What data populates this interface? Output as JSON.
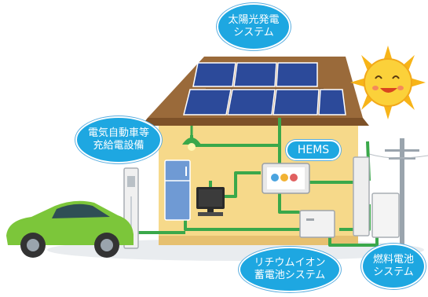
{
  "labels": {
    "solar": [
      "太陽光発電",
      "システム"
    ],
    "ev": [
      "電気自動車等",
      "充給電設備"
    ],
    "hems": "HEMS",
    "battery": [
      "リチウムイオン",
      "蓄電池システム"
    ],
    "fuelcell": [
      "燃料電池",
      "システム"
    ]
  },
  "colors": {
    "bubble": "#1ea7e1",
    "wire": "#3aa84a",
    "wall": "#f6d98a",
    "roof": "#9a6a3a",
    "solar_panel": "#2c4a9a",
    "car": "#7cc63a",
    "sun": "#f7b418"
  },
  "icons": [
    "sun-icon",
    "utility-pole-icon",
    "solar-panel-icon",
    "lamp-icon",
    "refrigerator-icon",
    "tv-icon",
    "hems-panel-icon",
    "battery-unit-icon",
    "fuel-cell-unit-icon",
    "ev-charger-icon",
    "car-icon"
  ]
}
